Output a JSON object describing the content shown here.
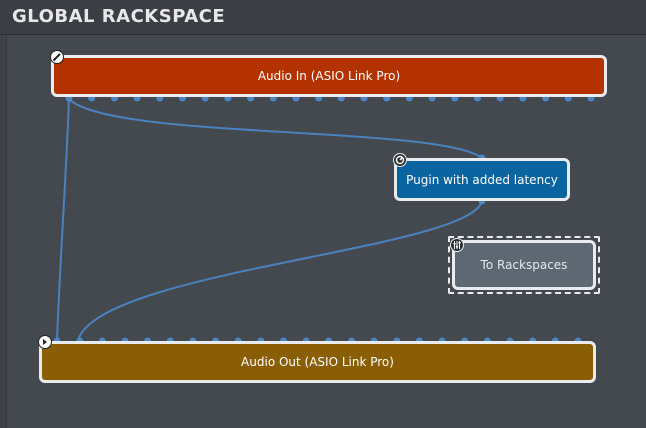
{
  "header": {
    "title": "GLOBAL RACKSPACE"
  },
  "blocks": {
    "audio_in": {
      "label": "Audio In (ASIO Link Pro)",
      "color": "#b33200"
    },
    "plugin": {
      "label": "Pugin with added latency",
      "color": "#0a64a0"
    },
    "to_rackspaces": {
      "label": "To Rackspaces",
      "color": "#5d6873"
    },
    "audio_out": {
      "label": "Audio Out (ASIO Link Pro)",
      "color": "#8a5e05"
    }
  },
  "icons": {
    "audio_in": "edit-icon",
    "plugin": "plugin-knob-icon",
    "to_rackspaces": "mixer-sliders-icon",
    "audio_out": "audio-out-icon"
  },
  "colors": {
    "wire": "#4a82bd",
    "pin": "#4a86c4",
    "background": "#44484f"
  }
}
